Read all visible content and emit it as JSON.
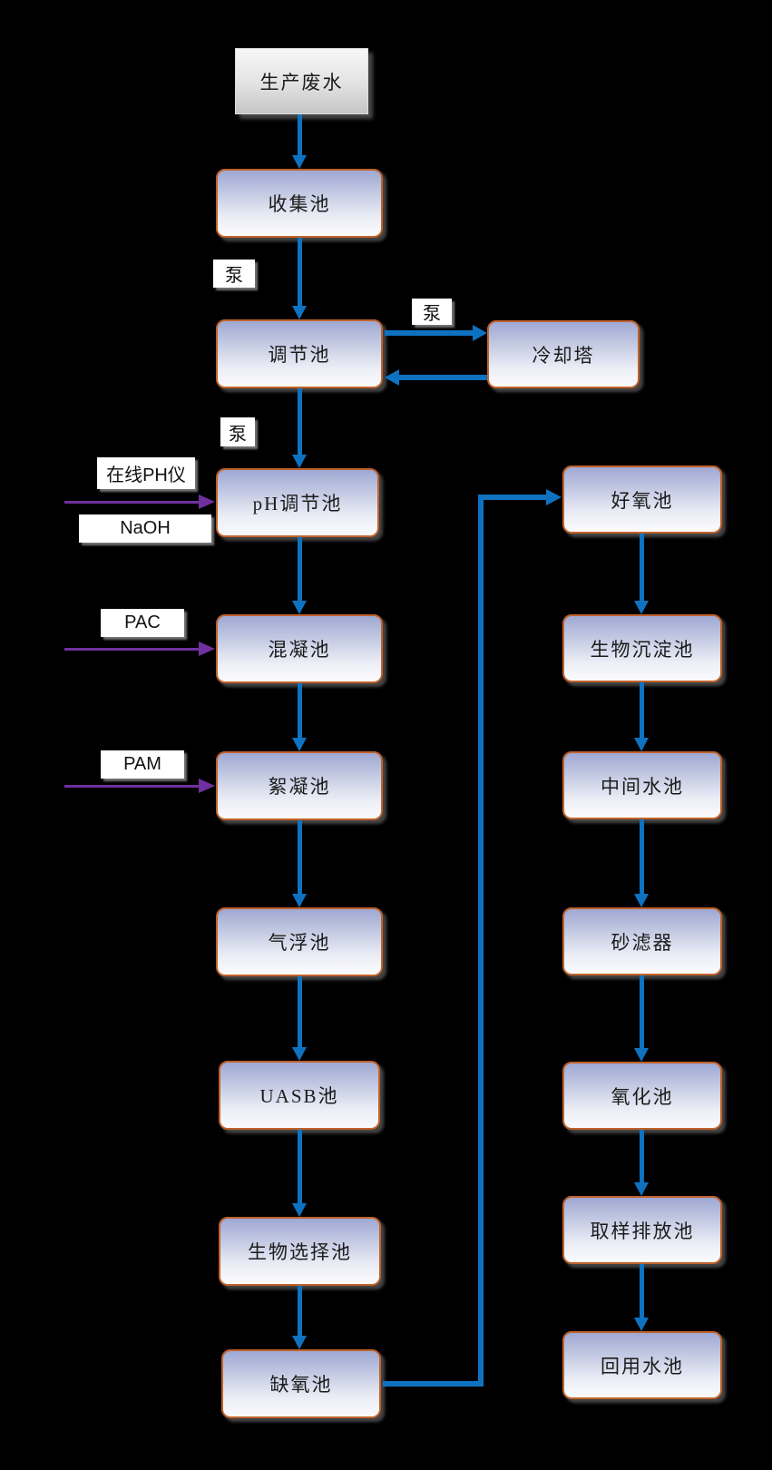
{
  "colors": {
    "flow": "#0f72c1",
    "dosing": "#7030a0",
    "node-border": "#c0622b",
    "node-top": "#9fa8d3",
    "canvas-bg": "#000000"
  },
  "source": {
    "label": "生产废水"
  },
  "left_column": [
    {
      "label": "收集池"
    },
    {
      "label": "调节池"
    },
    {
      "label": "pH调节池"
    },
    {
      "label": "混凝池"
    },
    {
      "label": "絮凝池"
    },
    {
      "label": "气浮池"
    },
    {
      "label": "UASB池"
    },
    {
      "label": "生物选择池"
    },
    {
      "label": "缺氧池"
    }
  ],
  "cooling_tower": {
    "label": "冷却塔"
  },
  "right_column": [
    {
      "label": "好氧池"
    },
    {
      "label": "生物沉淀池"
    },
    {
      "label": "中间水池"
    },
    {
      "label": "砂滤器"
    },
    {
      "label": "氧化池"
    },
    {
      "label": "取样排放池"
    },
    {
      "label": "回用水池"
    }
  ],
  "pumps": [
    {
      "label": "泵"
    },
    {
      "label": "泵"
    },
    {
      "label": "泵"
    }
  ],
  "dosing": [
    {
      "label": "在线PH仪"
    },
    {
      "label": "NaOH"
    },
    {
      "label": "PAC"
    },
    {
      "label": "PAM"
    }
  ]
}
